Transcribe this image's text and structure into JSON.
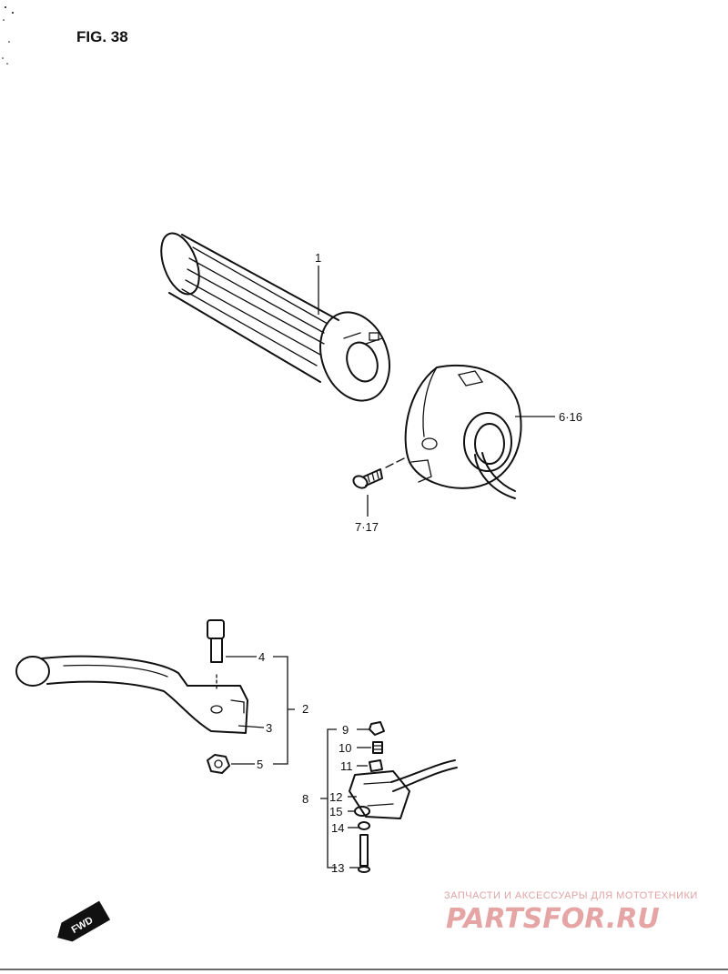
{
  "figure": {
    "title": "FIG. 38"
  },
  "callouts": {
    "grip": "1",
    "lever_assy": "2",
    "lever": "3",
    "lever_bolt": "4",
    "lever_nut": "5",
    "switch_housing": "6·16",
    "screw": "7·17",
    "perch_assy": "8",
    "adjuster_9": "9",
    "adjuster_10": "10",
    "part_11": "11",
    "part_12": "12",
    "bolt_13": "13",
    "washer_14": "14",
    "washer_15": "15"
  },
  "direction_marker": {
    "label": "FWD"
  },
  "watermark": {
    "tagline": "ЗАПЧАСТИ И АКСЕССУАРЫ ДЛЯ МОТОТЕХНИКИ",
    "logo": "PARTSFOR.RU"
  }
}
